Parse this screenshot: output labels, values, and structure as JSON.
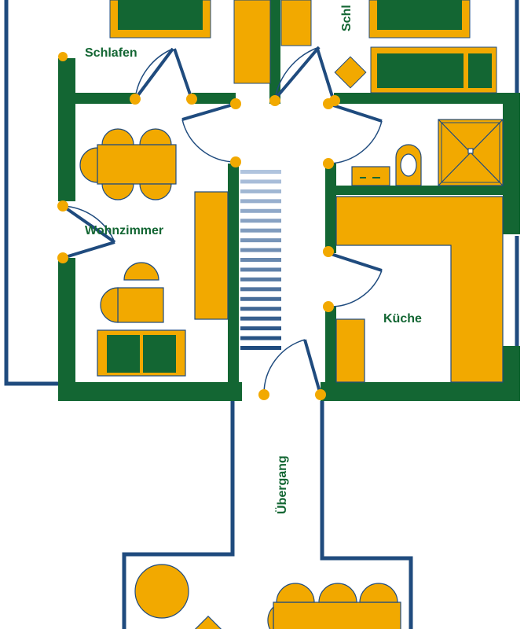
{
  "rooms": {
    "schlafen_1": "Schlafen",
    "schlafen_2": "Schl",
    "wohnzimmer": "Wohnzimmer",
    "kueche": "Küche",
    "uebergang": "Übergang"
  },
  "colors": {
    "wall": "#136633",
    "furniture": "#F2A900",
    "outline": "#1F4B7E",
    "door": "#1F4B7E",
    "hinge": "#F2A900",
    "label": "#136633",
    "background": "#FFFFFF"
  }
}
